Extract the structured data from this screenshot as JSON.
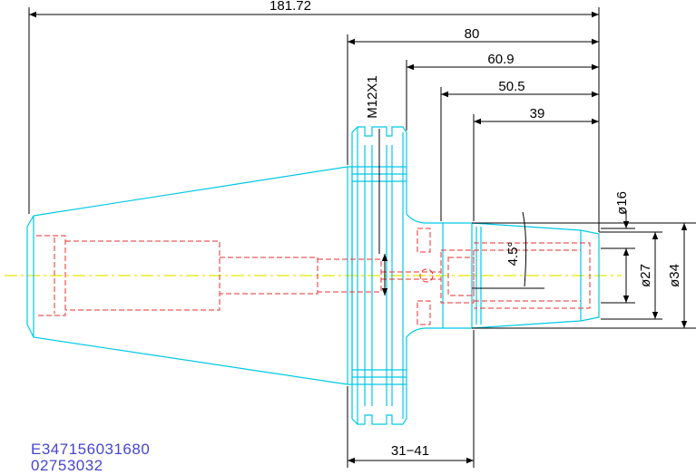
{
  "drawing": {
    "dimensions": {
      "total_length": "181.72",
      "length_80": "80",
      "length_60_9": "60.9",
      "length_50_5": "50.5",
      "length_39": "39",
      "thread": "M12X1",
      "taper_angle": "4.5°",
      "dia_16": "ø16",
      "dia_27": "ø27",
      "dia_34": "ø34",
      "range": "31−41"
    },
    "part_number": "E347156031680",
    "code": "02753032"
  },
  "colors": {
    "outline": "#00c8e6",
    "hidden": "#e63232",
    "centerline": "#e6e600",
    "dimension": "#000000",
    "text_blue": "#4646d2"
  }
}
